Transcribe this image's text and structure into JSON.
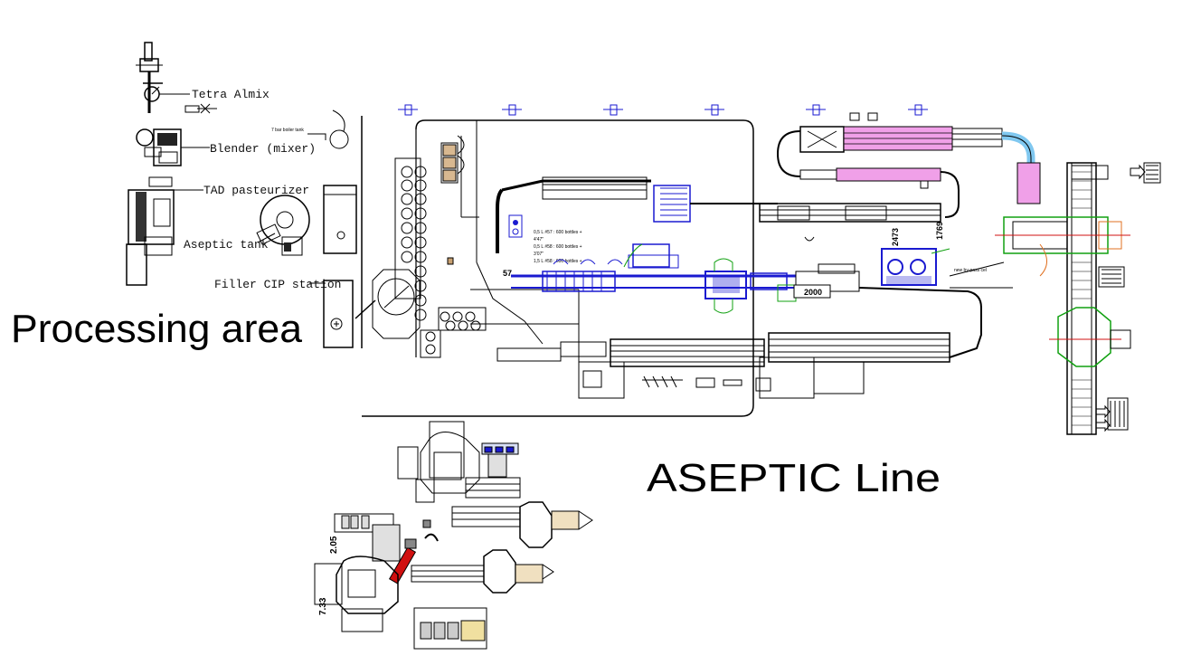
{
  "equipment_labels": {
    "tetra_almix": "Tetra Almix",
    "blender": "Blender (mixer)",
    "tad_pasteurizer": "TAD pasteurizer",
    "aseptic_tank": "Aseptic tank",
    "filler_cip": "Filler CIP station"
  },
  "area_titles": {
    "processing": "Processing area",
    "aseptic_line": "ASEPTIC Line"
  },
  "annotations": {
    "bypass": "new by-pass cel",
    "dim_2000": "2000",
    "dim_2473": "2473",
    "dim_1769": "1769",
    "dim_205": "2.05",
    "dim_733": "7.33",
    "dim_57": "57"
  },
  "colors": {
    "line": "#000000",
    "blue": "#1a1ad0",
    "green": "#10a010",
    "pink": "#f0a0e8",
    "red": "#d01010",
    "light_blue": "#80c8f0",
    "orange": "#e07020"
  }
}
